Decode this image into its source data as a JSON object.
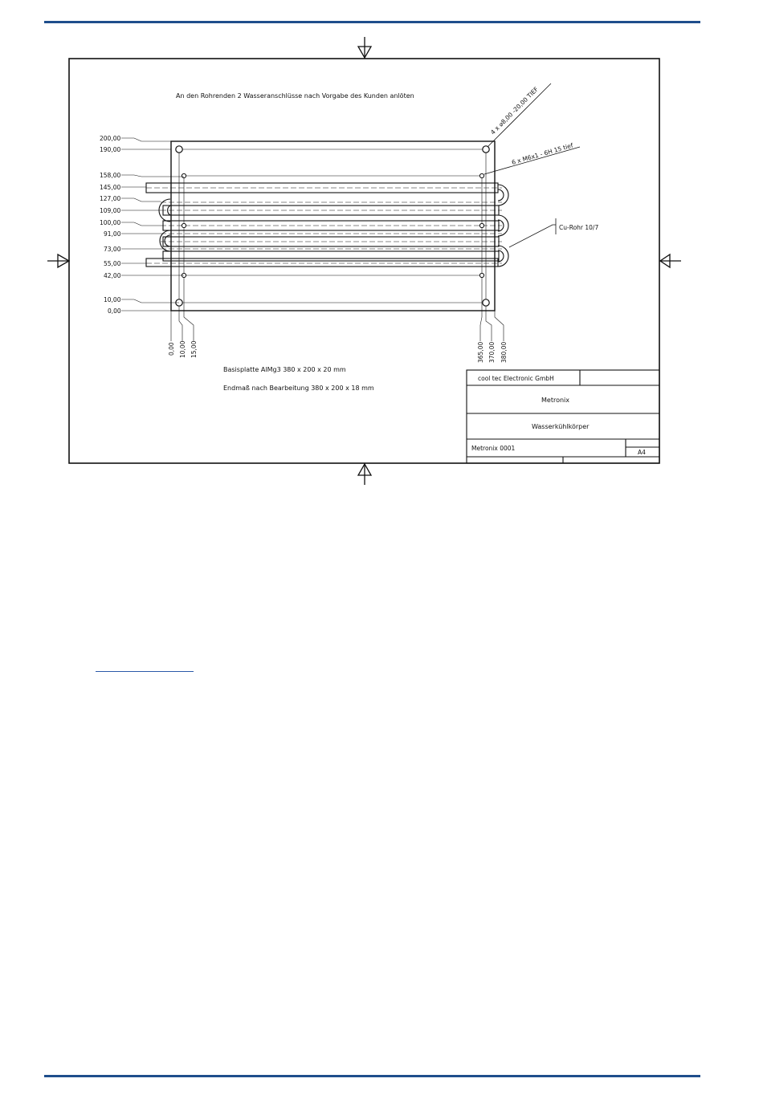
{
  "colors": {
    "rule": "#1f4e8c",
    "ink": "#111111",
    "link": "#2a5aa8"
  },
  "drawing": {
    "note_top": "An den Rohrenden 2 Wasseranschlüsse nach Vorgabe des Kunden anlöten",
    "callout_holes": "4 x ⌀8,00 -20,00 TIEF",
    "callout_threads": "6 x M6x1 - 6H 15 tief",
    "callout_pipe": "Cu-Rohr 10/7",
    "y_dims": [
      "200,00",
      "190,00",
      "158,00",
      "145,00",
      "127,00",
      "109,00",
      "100,00",
      "91,00",
      "73,00",
      "55,00",
      "42,00",
      "10,00",
      "0,00"
    ],
    "x_dims_left": [
      "0,00",
      "10,00",
      "15,00"
    ],
    "x_dims_right": [
      "365,00",
      "370,00",
      "380,00"
    ],
    "material": "Basisplatte AlMg3  380 x 200 x 20 mm",
    "final_size": "Endmaß nach Bearbeitung 380 x 200 x 18 mm"
  },
  "title_block": {
    "company": "cool tec Electronic GmbH",
    "customer": "Metronix",
    "part_name": "Wasserkühlkörper",
    "drawing_number": "Metronix 0001",
    "sheet_size": "A4"
  }
}
